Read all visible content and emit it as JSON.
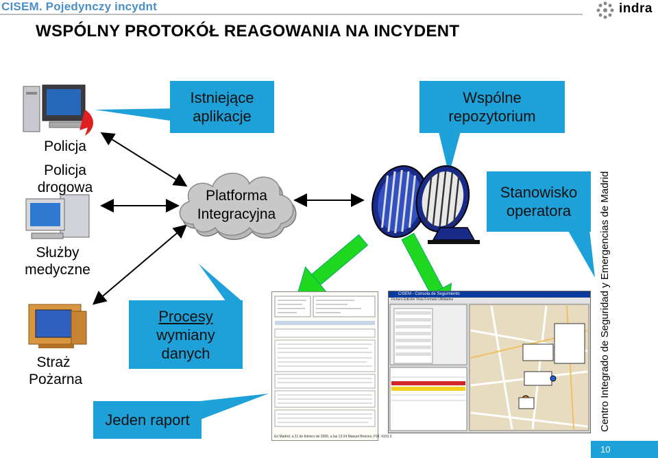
{
  "header": {
    "subtitle": "CISEM. Pojedynczy incydnt",
    "title": "WSPÓLNY PROTOKÓŁ REAGOWANIA NA INCYDENT",
    "logo": "indra"
  },
  "callouts": {
    "existing_apps": "Istniejące aplikacje",
    "shared_repo": "Wspólne repozytorium",
    "operator_station": "Stanowisko operatora",
    "exchange_processes_title": "Procesy",
    "exchange_processes_rest": "wymiany danych",
    "single_report": "Jeden raport"
  },
  "cloud": {
    "label": "Platforma Integracyjna"
  },
  "agencies": {
    "police": "Policja",
    "traffic_police": "Policja drogowa",
    "medical": "Służby medyczne",
    "fire": "Straż Pożarna"
  },
  "side_caption": "Centro Integrado de Seguridad y Emergencias de Madrid",
  "page_number": "10",
  "report_doc": {
    "footer": "En Madrid, a 21 de febrero de 2006, a las 13:24   Manuel Briones, P.M. 4103.3"
  },
  "app_window": {
    "title": "CISEM - Consola de Seguimiento",
    "menu": "Fichero  Edición  Vista  Formato  Utilidades"
  },
  "colors": {
    "callout": "#1ea0d8",
    "arrow_green": "#20d820",
    "header_blue": "#4a8ec8"
  }
}
